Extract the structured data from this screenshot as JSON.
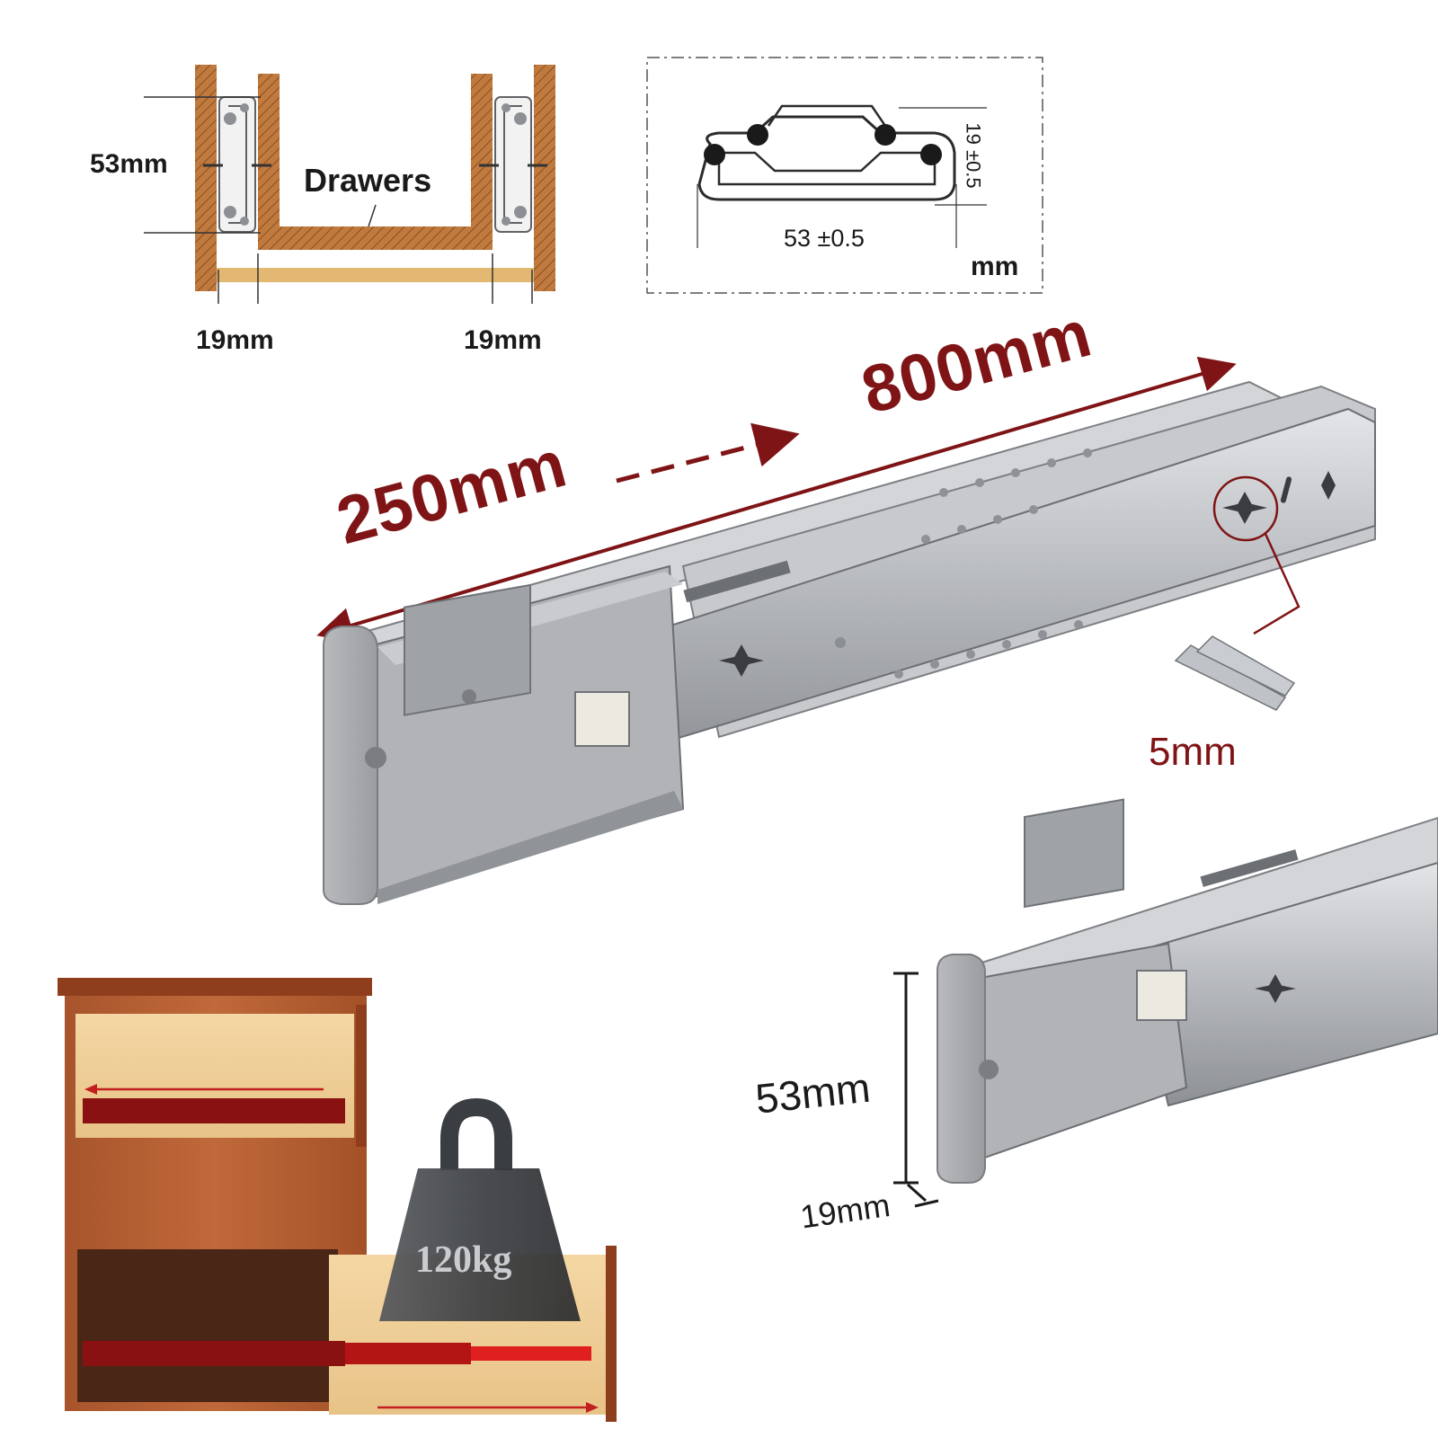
{
  "cross_section": {
    "height_label": "53mm",
    "drawers_label": "Drawers",
    "gap_left": "19mm",
    "gap_right": "19mm"
  },
  "profile_drawing": {
    "width_label": "53 ±0.5",
    "thickness_label": "19 ±0.5",
    "unit_label": "mm"
  },
  "slide_main": {
    "closed_length": "250mm",
    "extended_length": "800mm",
    "screw_label": "5mm"
  },
  "slide_small": {
    "height_label": "53mm",
    "thickness_label": "19mm"
  },
  "cabinet": {
    "load_label": "120kg"
  },
  "colors": {
    "accent_red": "#7f1416",
    "wood": "#c07a3e",
    "metal": "#b4b7bb",
    "plastic_cap": "#a7a9ad"
  }
}
